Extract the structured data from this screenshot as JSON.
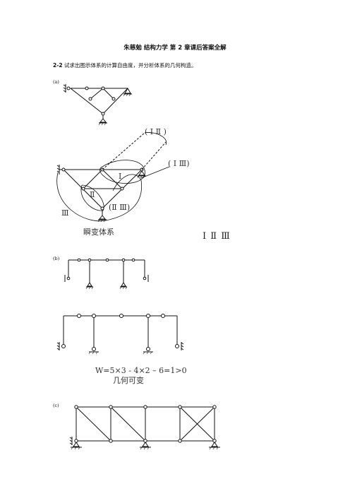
{
  "title": "朱慈勉 结构力学 第 2 章课后答案全解",
  "question": {
    "number": "2-2",
    "text": "试求出图示体系的计算自由度，并分析体系的几何构造。"
  },
  "part_a": {
    "label": "(a)",
    "annotations": {
      "top_pair": "( Ⅰ Ⅱ )",
      "right_pair": "( Ⅰ Ⅲ)",
      "mid_pair": "(Ⅱ Ⅲ)",
      "body1": "Ⅰ",
      "body2": "Ⅱ",
      "body3": "Ⅲ"
    },
    "conclusion": "瞬变体系",
    "side_note": "Ⅰ Ⅱ Ⅲ"
  },
  "part_b": {
    "label": "(b)",
    "formula": "W=5×3 - 4×2 – 6=1>0",
    "conclusion": "几何可变"
  },
  "part_c": {
    "label": "(c)"
  }
}
